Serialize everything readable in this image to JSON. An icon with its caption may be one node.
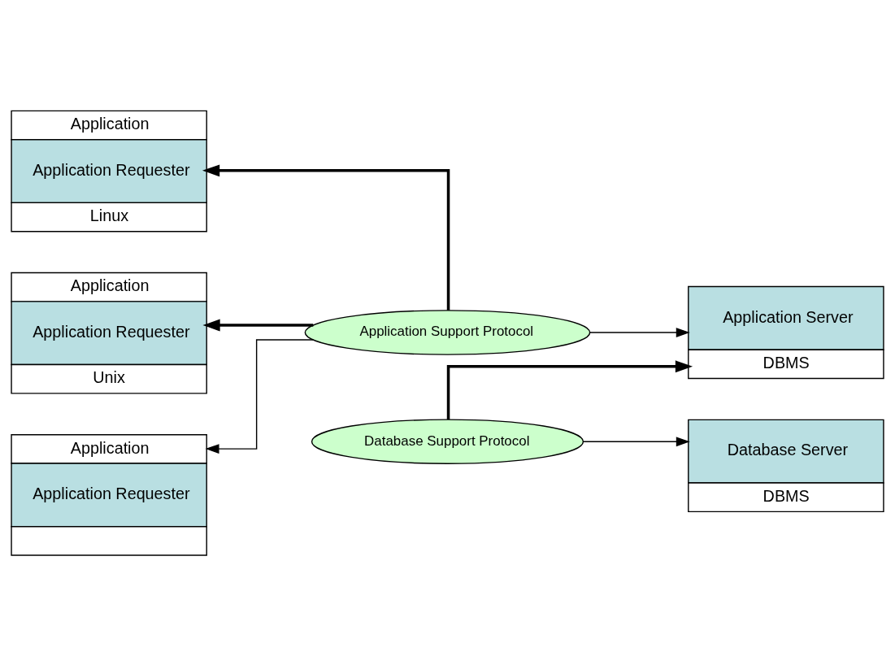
{
  "diagram": {
    "nodes": [
      {
        "text": [
          "Application",
          "Application Requester",
          "Linux"
        ]
      },
      {
        "text": [
          "Application",
          "Application Requester",
          "Unix"
        ]
      },
      {
        "text": [
          "Application",
          "Application Requester"
        ]
      },
      {
        "text": [
          "Application Support Protocol"
        ]
      },
      {
        "text": [
          "Application Server",
          "DBMS"
        ]
      },
      {
        "text": [
          "Database Support Protocol"
        ]
      },
      {
        "text": [
          "Database Server",
          "DBMS"
        ]
      }
    ],
    "edges": [
      {
        "from": 3,
        "to": 0,
        "arrow": "to",
        "style": "thick"
      },
      {
        "from": 3,
        "to": 1,
        "arrow": "to",
        "style": "thick"
      },
      {
        "from": 3,
        "to": 2,
        "arrow": "to"
      },
      {
        "from": 3,
        "to": 4,
        "arrow": "to"
      },
      {
        "from": 5,
        "to": 4,
        "arrow": "to",
        "style": "thick"
      },
      {
        "from": 5,
        "to": 6,
        "arrow": "to"
      }
    ]
  }
}
